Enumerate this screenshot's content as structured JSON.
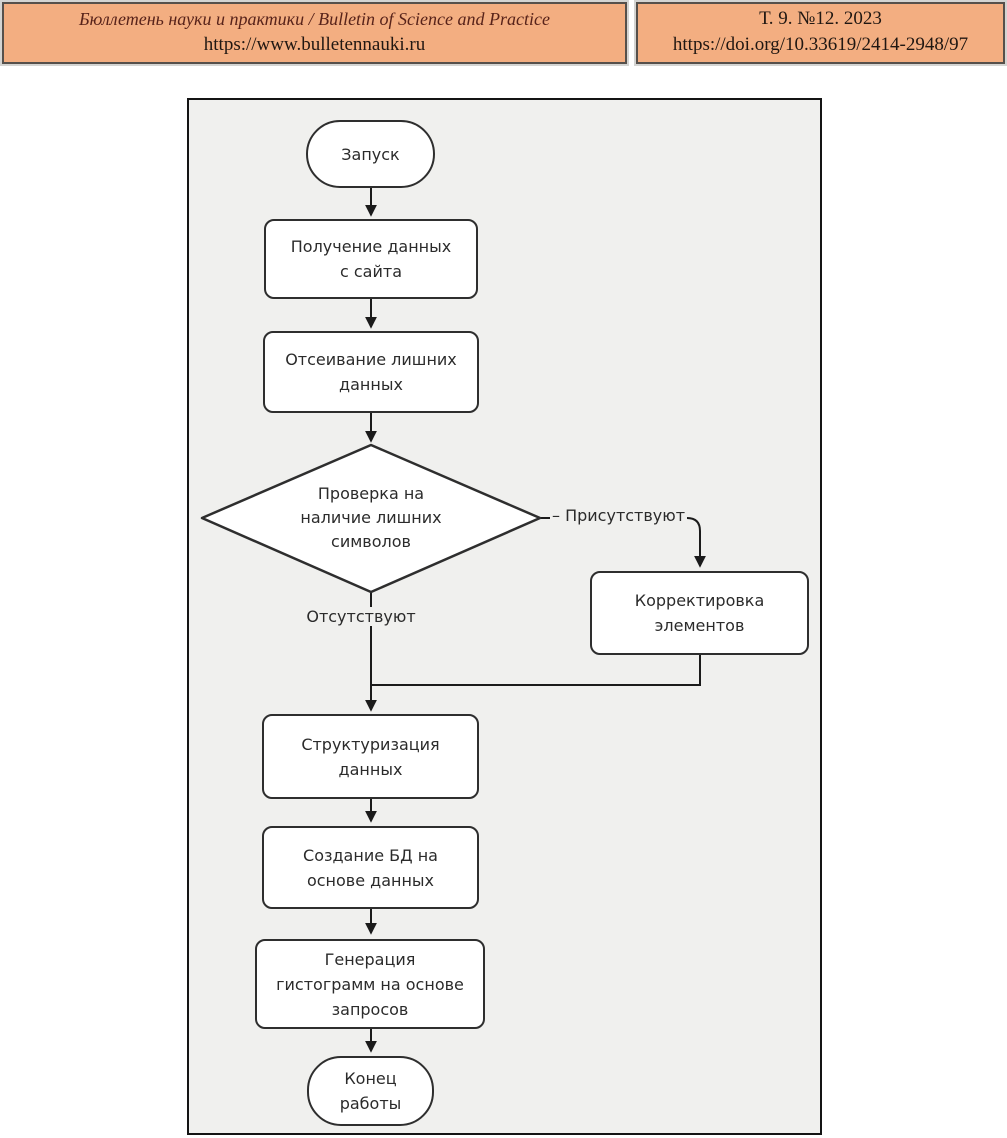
{
  "header": {
    "left": {
      "title": "Бюллетень науки и практики / Bulletin of Science and Practice",
      "url": "https://www.bulletennauki.ru"
    },
    "right": {
      "issue": "Т. 9. №12. 2023",
      "doi": "https://doi.org/10.33619/2414-2948/97"
    }
  },
  "flowchart": {
    "nodes": {
      "start": {
        "type": "terminator",
        "text": "Запуск"
      },
      "fetch": {
        "type": "process",
        "text": "Получение данных\nс сайта"
      },
      "filter": {
        "type": "process",
        "text": "Отсеивание лишних\nданных"
      },
      "check": {
        "type": "decision",
        "text": "Проверка на\nналичие лишних\nсимволов"
      },
      "correct": {
        "type": "process",
        "text": "Корректировка\nэлементов"
      },
      "structure": {
        "type": "process",
        "text": "Структуризация\nданных"
      },
      "create_db": {
        "type": "process",
        "text": "Создание БД на\nоснове данных"
      },
      "generate": {
        "type": "process",
        "text": "Генерация\nгистограмм на основе\nзапросов"
      },
      "end": {
        "type": "terminator",
        "text": "Конец\nработы"
      }
    },
    "edge_labels": {
      "present": "– Присутствуют",
      "absent": "Отсутствуют"
    }
  },
  "colors": {
    "header_bg": "#f3ae81",
    "header_title_text": "#58231a",
    "header_text": "#201712",
    "panel_bg": "#f0f0ee",
    "node_border": "#2e2e2e",
    "connector": "#1b1b1b"
  }
}
